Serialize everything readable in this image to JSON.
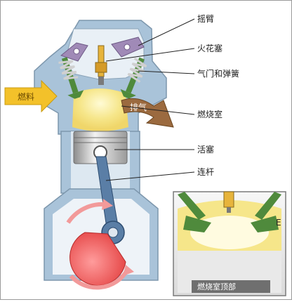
{
  "labels": {
    "rocker_arm": "摇臂",
    "spark_plug": "火花塞",
    "valves_springs": "气门和弹簧",
    "combustion_chamber": "燃烧室",
    "piston": "活塞",
    "connecting_rod": "连杆"
  },
  "arrows": {
    "fuel": "燃料",
    "exhaust": "排气"
  },
  "inset": {
    "caption": "燃烧室顶部",
    "edge_mark": "E"
  },
  "colors": {
    "background": "#ffffff",
    "engine_block": "#a9c3d9",
    "cylinder_wall": "#d7e3ee",
    "fuel_arrow": "#f3c12a",
    "exhaust_arrow": "#9b6a3f",
    "rocker": "#a08ab7",
    "valve": "#4f8a3c",
    "spring": "#d8d8d8",
    "flame": "#f6e68a",
    "crank": "#e23c3c",
    "rod": "#5a7ea6",
    "leader_line": "#222222"
  }
}
